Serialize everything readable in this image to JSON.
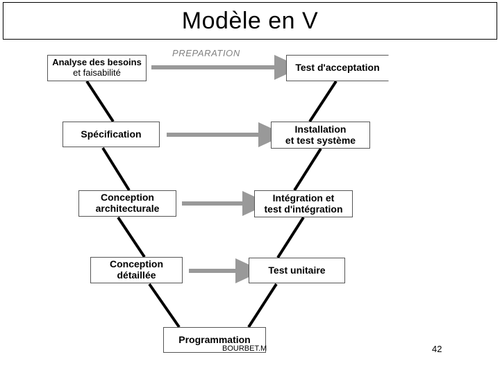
{
  "slide": {
    "title": "Modèle en V",
    "page_number": "42",
    "author": "BOURBET.M"
  },
  "diagram": {
    "name": "v-model-lifecycle",
    "arrow_label": "PREPARATION",
    "colors": {
      "arrow": "#999999",
      "label": "#808080",
      "box_border": "#555555",
      "connector": "#000000",
      "text": "#000000",
      "background": "#ffffff"
    },
    "left_branch": [
      {
        "id": "analyse",
        "line1": "Analyse des besoins",
        "line2": "et faisabilité"
      },
      {
        "id": "specification",
        "line1": "Spécification",
        "line2": ""
      },
      {
        "id": "conception-arch",
        "line1": "Conception",
        "line2": "architecturale"
      },
      {
        "id": "conception-det",
        "line1": "Conception",
        "line2": "détaillée"
      }
    ],
    "bottom": {
      "id": "programmation",
      "line1": "Programmation",
      "line2": ""
    },
    "right_branch": [
      {
        "id": "acceptation",
        "line1": "Test d'acceptation",
        "line2": ""
      },
      {
        "id": "installation",
        "line1": "Installation",
        "line2": "et test système"
      },
      {
        "id": "integration",
        "line1": "Intégration et",
        "line2": "test d'intégration"
      },
      {
        "id": "unitaire",
        "line1": "Test unitaire",
        "line2": ""
      }
    ],
    "horizontal_arrows": [
      {
        "from": "analyse",
        "to": "acceptation"
      },
      {
        "from": "specification",
        "to": "installation"
      },
      {
        "from": "conception-arch",
        "to": "integration"
      },
      {
        "from": "conception-det",
        "to": "unitaire"
      }
    ]
  }
}
